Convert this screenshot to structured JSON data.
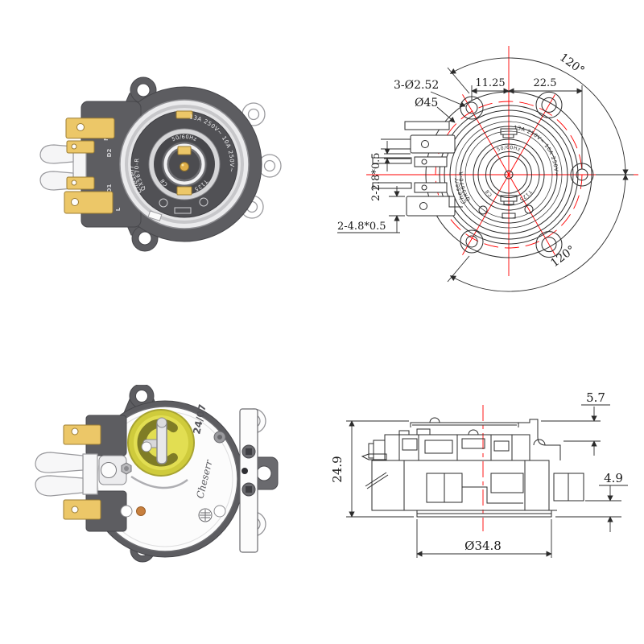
{
  "colors": {
    "line": "#2b2b2b",
    "centerline": "#ff0000",
    "dim_text": "#1a1a1a",
    "body_gray": "#5d5d61",
    "body_gray_dark": "#47474b",
    "metal_light": "#ebebed",
    "metal_mid": "#c7c7ca",
    "face_dark": "#515155",
    "terminal_gold": "#ecc768",
    "terminal_gold_dark": "#9c7d33",
    "bimetal_yellow": "#d9d548",
    "plate_white": "#fcfcfc",
    "indicator_orange": "#c8803e",
    "marking_white": "#f0f0f2"
  },
  "markings": {
    "model": "QX5670-R",
    "frequency": "50/60Hz",
    "ratings": "13A 250V~  10A 250V~",
    "thermal": "T125",
    "code": "C8",
    "brand": "Cheserr",
    "date_code": "24/07",
    "terminal_n": "N",
    "terminal_d2": "D2",
    "terminal_d1": "D1",
    "terminal_l": "L"
  },
  "front_view": {
    "dim_hole": "3-Ø2.52",
    "dim_bolt_circle": "Ø45",
    "dim_offset": "11.25",
    "dim_pitch": "22.5",
    "dim_angle_top": "120°",
    "dim_angle_bottom": "120°",
    "dim_tab_small": "2-2.8*0.5",
    "dim_tab_large": "2-4.8*0.5"
  },
  "side_view": {
    "dim_height": "24.9",
    "dim_top": "5.7",
    "dim_side": "4.9",
    "dim_base": "Ø34.8"
  }
}
